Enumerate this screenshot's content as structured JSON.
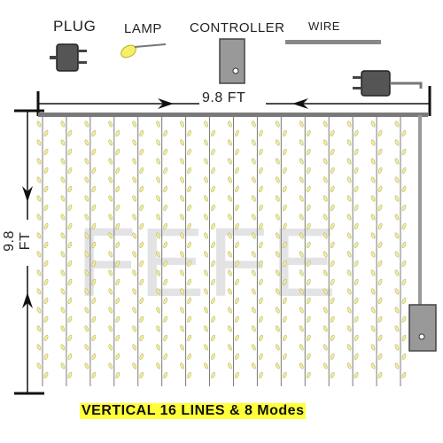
{
  "legend": {
    "plug": "PLUG",
    "lamp": "LAMP",
    "controller": "CONTROLLER",
    "wire": "WIRE"
  },
  "dimensions": {
    "width": "9.8 FT",
    "height": "9.8 FT"
  },
  "watermark": "FEFE",
  "caption": "VERTICAL 16 LINES & 8 Modes",
  "curtain": {
    "vertical_lines": 16,
    "lamp_color": "#f3f0a0",
    "wire_color": "#7a7a7a"
  }
}
